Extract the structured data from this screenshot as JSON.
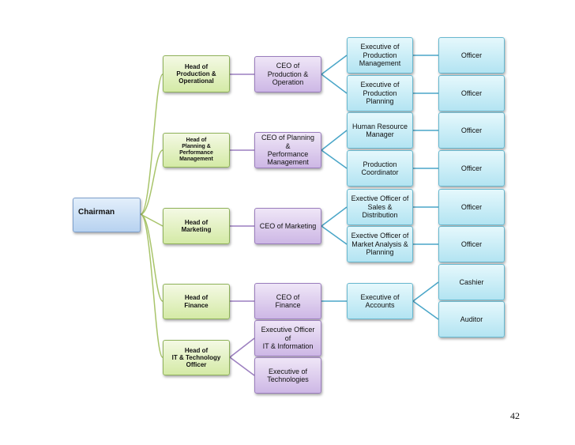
{
  "chairman": "Chairman",
  "heads": {
    "production": "Head of\nProduction &\nOperational",
    "planning": "Head of\nPlanning &\nPerformance\nManagement",
    "marketing": "Head of\nMarketing",
    "finance": "Head of\nFinance",
    "it": "Head of\nIT & Technology\nOfficer"
  },
  "ceos": {
    "production": "CEO of Production &\nOperation",
    "planning": "CEO of Planning &\nPerformance\nManagement",
    "marketing": "CEO of Marketing",
    "finance": "CEO of\nFinance",
    "it_information": "Executive Officer of\nIT & Information",
    "technologies": "Executive of\nTechnologies"
  },
  "executives": {
    "production_mgmt": "Executive of\nProduction\nManagement",
    "production_planning": "Executive of\nProduction Planning",
    "hr": "Human Resource\nManager",
    "coordinator": "Production\nCoordinator",
    "sales": "Exective Officer of\nSales & Distribution",
    "market_analysis": "Exective Officer of\nMarket Analysis &\nPlanning",
    "accounts": "Executive of\nAccounts"
  },
  "officers": {
    "o1": "Officer",
    "o2": "Officer",
    "o3": "Officer",
    "o4": "Officer",
    "o5": "Officer",
    "o6": "Officer",
    "cashier": "Cashier",
    "auditor": "Auditor"
  },
  "page_number": "42"
}
